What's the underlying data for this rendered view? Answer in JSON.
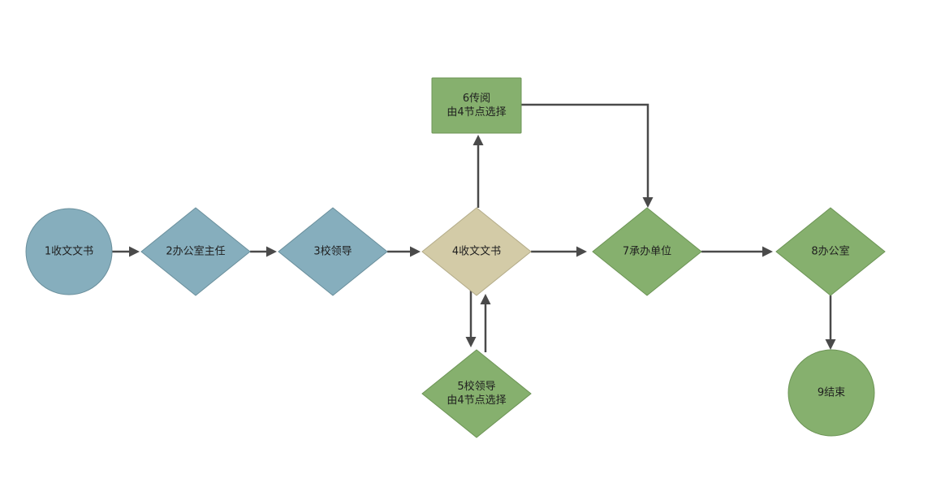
{
  "colors": {
    "blue_fill": "#86aebd",
    "blue_stroke": "#6a8f9c",
    "tan_fill": "#d3cba7",
    "tan_stroke": "#b3ab88",
    "green_fill": "#86b06e",
    "green_stroke": "#6c9455",
    "edge": "#4a4a4a"
  },
  "nodes": {
    "n1": {
      "shape": "circle",
      "lines": [
        "1收文文书"
      ],
      "color": "blue"
    },
    "n2": {
      "shape": "diamond",
      "lines": [
        "2办公室主任"
      ],
      "color": "blue"
    },
    "n3": {
      "shape": "diamond",
      "lines": [
        "3校领导"
      ],
      "color": "blue"
    },
    "n4": {
      "shape": "diamond",
      "lines": [
        "4收文文书"
      ],
      "color": "tan"
    },
    "n5": {
      "shape": "diamond",
      "lines": [
        "5校领导",
        "由4节点选择"
      ],
      "color": "green"
    },
    "n6": {
      "shape": "rectangle",
      "lines": [
        "6传阅",
        "由4节点选择"
      ],
      "color": "green"
    },
    "n7": {
      "shape": "diamond",
      "lines": [
        "7承办单位"
      ],
      "color": "green"
    },
    "n8": {
      "shape": "diamond",
      "lines": [
        "8办公室"
      ],
      "color": "green"
    },
    "n9": {
      "shape": "circle",
      "lines": [
        "9结束"
      ],
      "color": "green"
    }
  },
  "edges": [
    {
      "from": "n1",
      "to": "n2"
    },
    {
      "from": "n2",
      "to": "n3"
    },
    {
      "from": "n3",
      "to": "n4"
    },
    {
      "from": "n4",
      "to": "n7"
    },
    {
      "from": "n4",
      "to": "n6"
    },
    {
      "from": "n6",
      "to": "n7"
    },
    {
      "from": "n4",
      "to": "n5"
    },
    {
      "from": "n5",
      "to": "n4"
    },
    {
      "from": "n7",
      "to": "n8"
    },
    {
      "from": "n8",
      "to": "n9"
    }
  ]
}
